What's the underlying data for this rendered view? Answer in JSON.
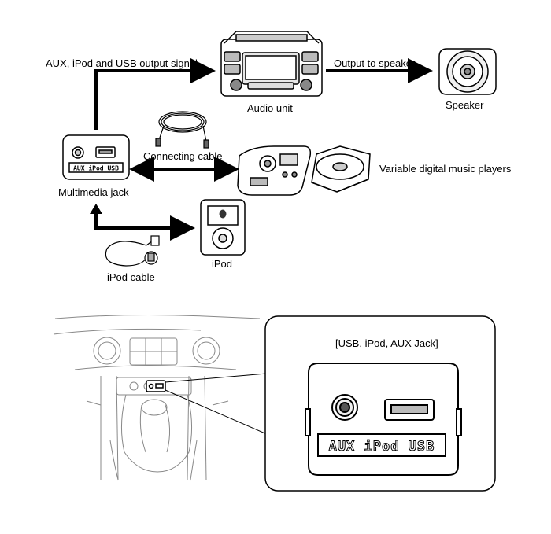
{
  "labels": {
    "signal": "AUX, iPod and USB output signal",
    "output_speaker": "Output to speaker",
    "audio_unit": "Audio unit",
    "speaker": "Speaker",
    "connecting_cable": "Connecting cable",
    "digital_players": "Variable digital music players",
    "multimedia_jack": "Multimedia jack",
    "ipod": "iPod",
    "ipod_cable": "iPod cable",
    "jack_detail": "[USB, iPod, AUX Jack]"
  },
  "jack_small_text": "AUX iPod USB",
  "jack_large_text": "AUX iPod USB"
}
